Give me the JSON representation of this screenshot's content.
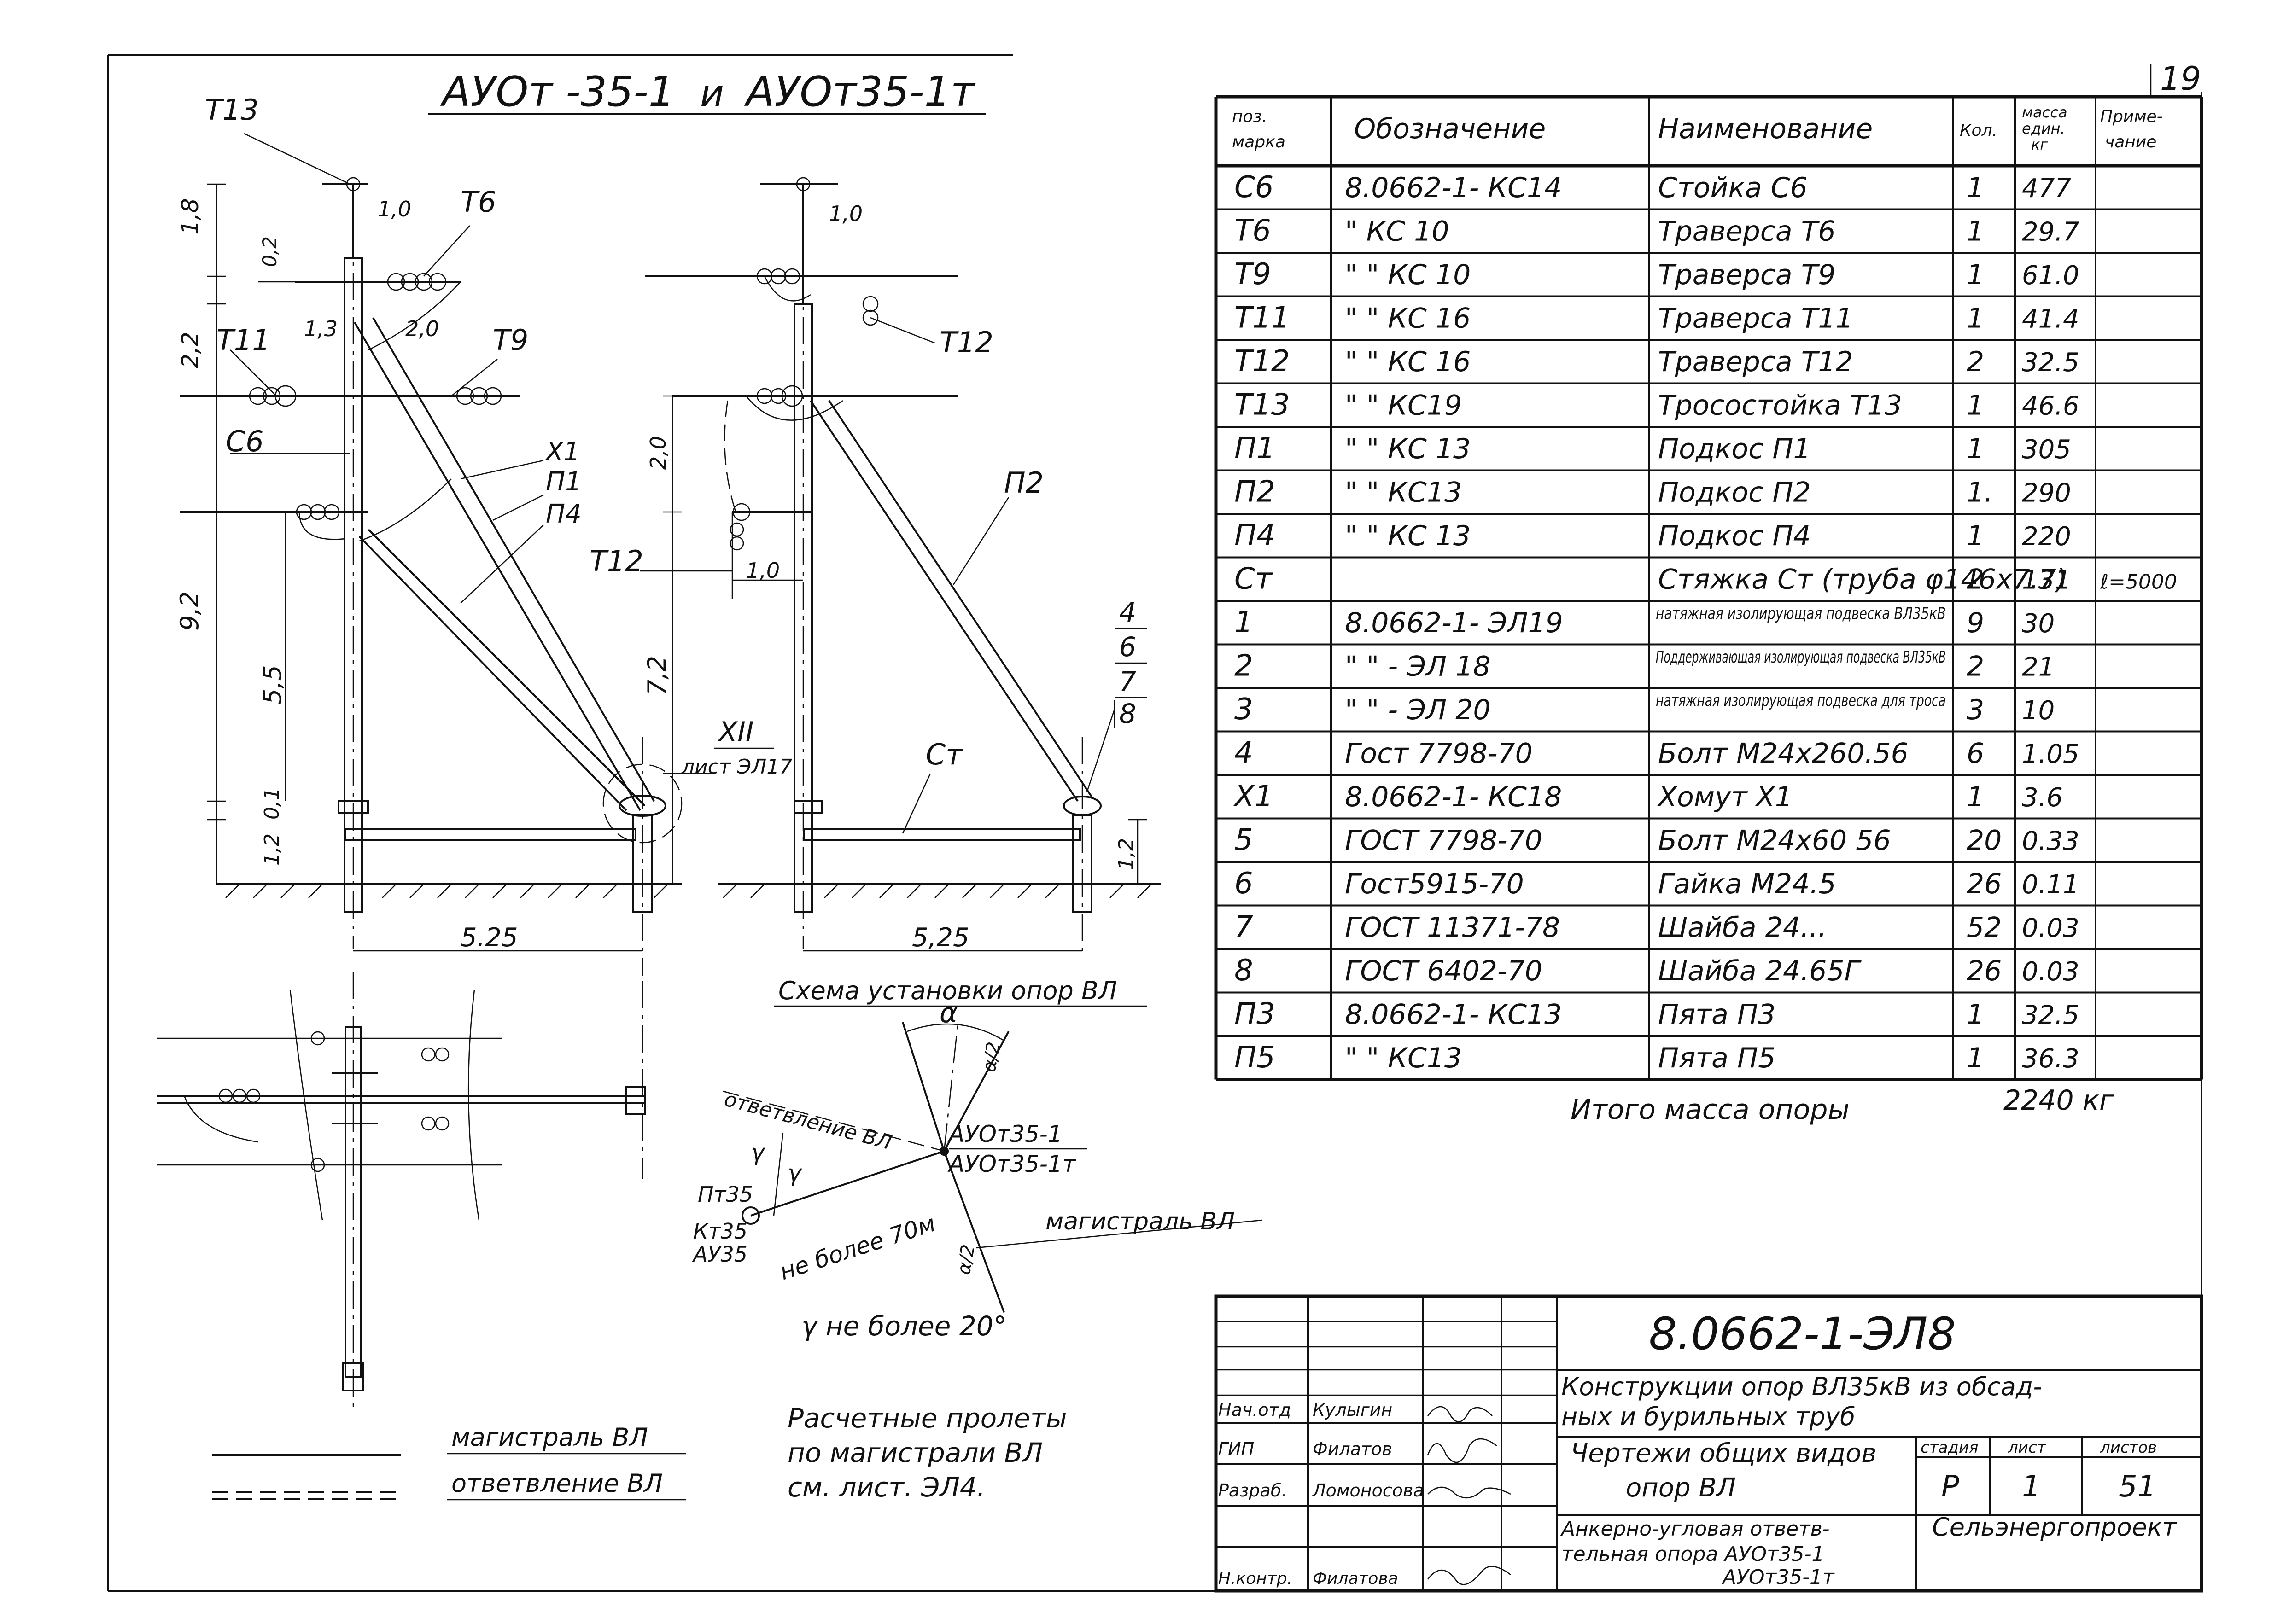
{
  "sheet_number": "19",
  "drawing_title": {
    "left": "АУОт -35-1",
    "conj": "и",
    "right": "АУОт35-1т"
  },
  "front_view": {
    "labels": {
      "t13": "Т13",
      "t6": "Т6",
      "t11": "Т11",
      "t9": "Т9",
      "c6": "С6",
      "x1": "Х1",
      "p1": "П1",
      "p4": "П4",
      "t12a": "Т12",
      "t12b": "Т12",
      "p2": "П2",
      "st": "Ст",
      "xii": "XII",
      "xii_ref": "лист ЭЛ17"
    },
    "dims": {
      "d18": "1,8",
      "d02": "0,2",
      "d10a": "1,0",
      "d13": "1,3",
      "d20a": "2,0",
      "d22": "2,2",
      "d92": "9,2",
      "d55": "5,5",
      "d01": "0,1",
      "d12a": "1,2",
      "d525a": "5.25",
      "d10b": "1,0",
      "d20b": "2,0",
      "d72": "7,2",
      "d10c": "1,0",
      "d12b": "1,2",
      "d525b": "5,25"
    },
    "side_numbers": [
      "4",
      "6",
      "7",
      "8"
    ]
  },
  "scheme": {
    "title": "Схема установки опор ВЛ",
    "alpha": "α",
    "half_alpha": "α/2",
    "branch_label": "ответвление ВЛ",
    "gamma": "γ",
    "support_top": "АУОт35-1",
    "support_bottom": "АУОт35-1т",
    "left_supports": [
      "Пт35",
      "Кт35",
      "АУ35"
    ],
    "distance": "не более 70м",
    "main_label": "магистраль ВЛ",
    "gamma_note": "γ не более 20°"
  },
  "legend": {
    "main": "магистраль ВЛ",
    "branch": "ответвление ВЛ"
  },
  "note": [
    "Расчетные пролеты",
    "по магистрали ВЛ",
    "см. лист. ЭЛ4."
  ],
  "spec_table": {
    "headers": {
      "pos": [
        "поз.",
        "марка"
      ],
      "designation": "Обозначение",
      "name": "Наименование",
      "qty": "Кол.",
      "mass": [
        "масса",
        "един.",
        "кг"
      ],
      "note": [
        "Приме-",
        "чание"
      ]
    },
    "rows": [
      {
        "pos": "С6",
        "designation": "8.0662-1- КС14",
        "name": "Стойка С6",
        "name_small": false,
        "qty": "1",
        "mass": "477",
        "note": ""
      },
      {
        "pos": "Т6",
        "designation": "\"      КС 10",
        "name": "Траверса Т6",
        "name_small": false,
        "qty": "1",
        "mass": "29.7",
        "note": ""
      },
      {
        "pos": "Т9",
        "designation": "\"     \"   КС 10",
        "name": "Траверса Т9",
        "name_small": false,
        "qty": "1",
        "mass": "61.0",
        "note": ""
      },
      {
        "pos": "Т11",
        "designation": "\"     \"   КС 16",
        "name": "Траверса Т11",
        "name_small": false,
        "qty": "1",
        "mass": "41.4",
        "note": ""
      },
      {
        "pos": "Т12",
        "designation": "\"     \"   КС 16",
        "name": "Траверса Т12",
        "name_small": false,
        "qty": "2",
        "mass": "32.5",
        "note": ""
      },
      {
        "pos": "Т13",
        "designation": "\"     \"   КС19",
        "name": "Тросостойка Т13",
        "name_small": false,
        "qty": "1",
        "mass": "46.6",
        "note": ""
      },
      {
        "pos": "П1",
        "designation": "\"     \"   КС 13",
        "name": "Подкос П1",
        "name_small": false,
        "qty": "1",
        "mass": "305",
        "note": ""
      },
      {
        "pos": "П2",
        "designation": "\"     \"   КС13",
        "name": "Подкос П2",
        "name_small": false,
        "qty": "1.",
        "mass": "290",
        "note": ""
      },
      {
        "pos": "П4",
        "designation": "\"     \"   КС 13",
        "name": "Подкос П4",
        "name_small": false,
        "qty": "1",
        "mass": "220",
        "note": ""
      },
      {
        "pos": "Ст",
        "designation": "",
        "name": "Стяжка Ст (труба φ146х7.7)",
        "name_small": false,
        "qty": "2",
        "mass": "131",
        "note": "ℓ=5000"
      },
      {
        "pos": "1",
        "designation": "8.0662-1- ЭЛ19",
        "name": "натяжная изолирующая подвеска ВЛ35кВ",
        "name_small": true,
        "qty": "9",
        "mass": "30",
        "note": ""
      },
      {
        "pos": "2",
        "designation": "\"     \" - ЭЛ 18",
        "name": "Поддерживающая изолирующая подвеска ВЛ35кВ",
        "name_small": true,
        "qty": "2",
        "mass": "21",
        "note": ""
      },
      {
        "pos": "3",
        "designation": "\"     \" - ЭЛ 20",
        "name": "натяжная изолирующая подвеска для троса",
        "name_small": true,
        "qty": "3",
        "mass": "10",
        "note": ""
      },
      {
        "pos": "4",
        "designation": "Гост 7798-70",
        "name": "Болт М24х260.56",
        "name_small": false,
        "qty": "6",
        "mass": "1.05",
        "note": ""
      },
      {
        "pos": "Х1",
        "designation": "8.0662-1- КС18",
        "name": "Хомут Х1",
        "name_small": false,
        "qty": "1",
        "mass": "3.6",
        "note": ""
      },
      {
        "pos": "5",
        "designation": "ГОСТ 7798-70",
        "name": "Болт М24х60 56",
        "name_small": false,
        "qty": "20",
        "mass": "0.33",
        "note": ""
      },
      {
        "pos": "6",
        "designation": "Гост5915-70",
        "name": "Гайка М24.5",
        "name_small": false,
        "qty": "26",
        "mass": "0.11",
        "note": ""
      },
      {
        "pos": "7",
        "designation": "ГОСТ 11371-78",
        "name": "Шайба 24...",
        "name_small": false,
        "qty": "52",
        "mass": "0.03",
        "note": ""
      },
      {
        "pos": "8",
        "designation": "ГОСТ 6402-70",
        "name": "Шайба 24.65Г",
        "name_small": false,
        "qty": "26",
        "mass": "0.03",
        "note": ""
      },
      {
        "pos": "П3",
        "designation": "8.0662-1- КС13",
        "name": "Пята П3",
        "name_small": false,
        "qty": "1",
        "mass": "32.5",
        "note": ""
      },
      {
        "pos": "П5",
        "designation": "\"     \"   КС13",
        "name": "Пята П5",
        "name_small": false,
        "qty": "1",
        "mass": "36.3",
        "note": ""
      }
    ],
    "total_label": "Итого масса опоры",
    "total_value": "2240 кг"
  },
  "title_block": {
    "code": "8.0662-1-ЭЛ8",
    "description": [
      "Конструкции опор ВЛ35кВ из обсад-",
      "ных и бурильных труб"
    ],
    "sheet_title": [
      "Чертежи общих видов",
      "опор ВЛ"
    ],
    "stage_label": "стадия",
    "sheet_label": "лист",
    "sheets_label": "листов",
    "stage": "Р",
    "sheet": "1",
    "sheets": "51",
    "support_name": [
      "Анкерно-угловая ответв-",
      "тельная опора АУОт35-1",
      "АУОт35-1т"
    ],
    "organization": "Сельэнергопроект",
    "roles": [
      {
        "role": "Нач.отд",
        "name": "Кулыгин"
      },
      {
        "role": "ГИП",
        "name": "Филатов"
      },
      {
        "role": "Разраб.",
        "name": "Ломоносова"
      },
      {
        "role": "Н.контр.",
        "name": "Филатова"
      }
    ]
  }
}
